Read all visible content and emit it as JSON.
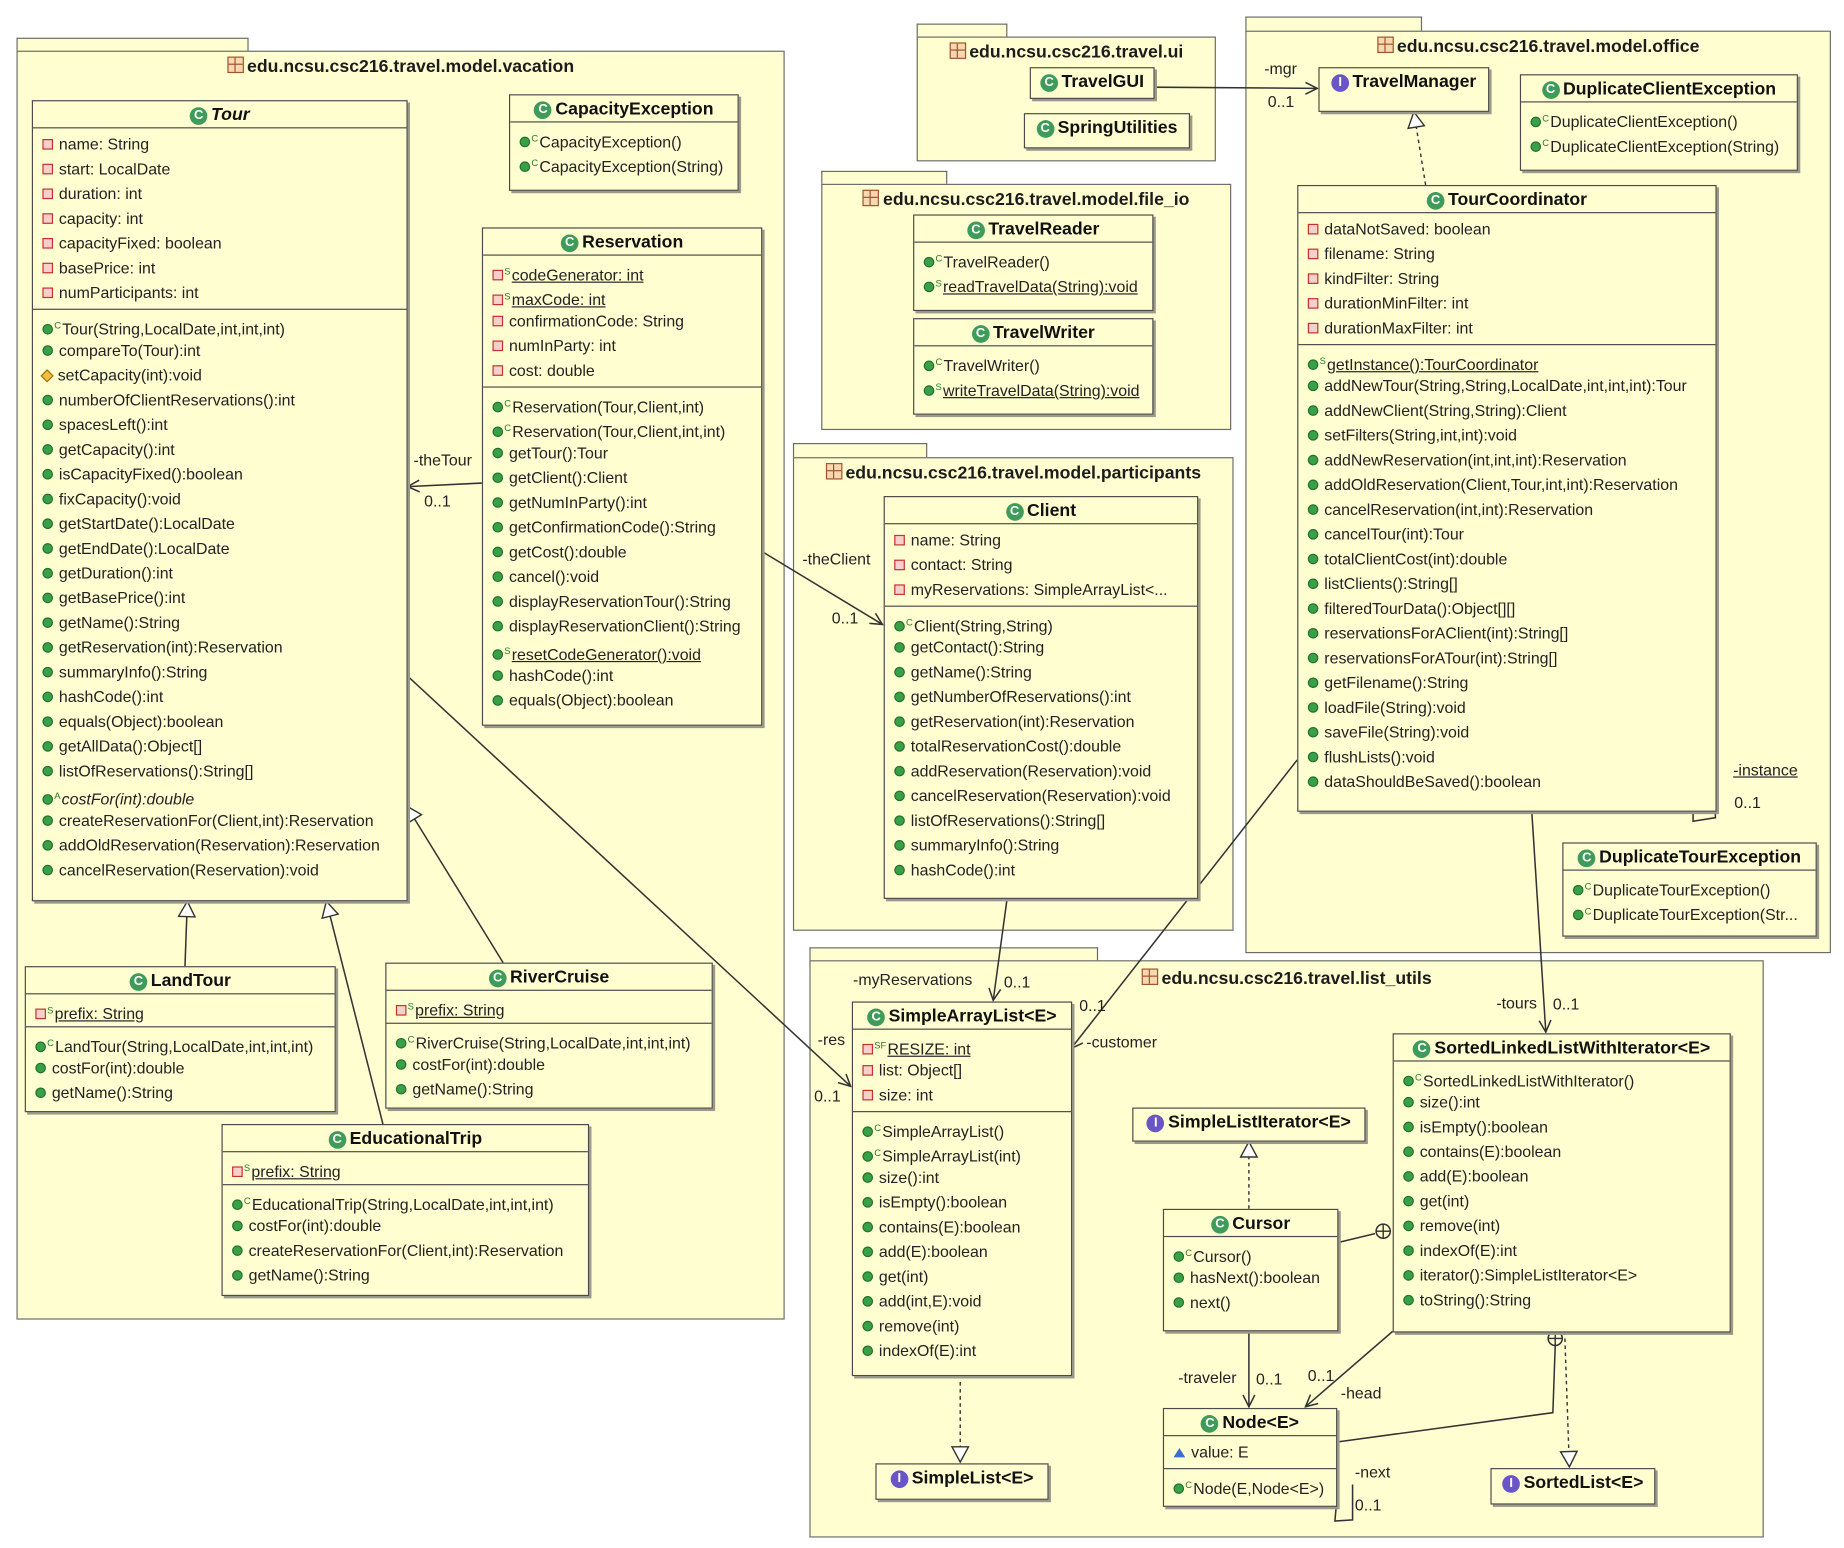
{
  "packages": {
    "vacation": "edu.ncsu.csc216.travel.model.vacation",
    "ui": "edu.ncsu.csc216.travel.ui",
    "office": "edu.ncsu.csc216.travel.model.office",
    "file_io": "edu.ncsu.csc216.travel.model.file_io",
    "participants": "edu.ncsu.csc216.travel.model.participants",
    "list_utils": "edu.ncsu.csc216.travel.list_utils"
  },
  "classes": {
    "tour": {
      "name": "Tour",
      "fields": [
        {
          "v": "name: String",
          "vis": "priv"
        },
        {
          "v": "start: LocalDate",
          "vis": "priv"
        },
        {
          "v": "duration: int",
          "vis": "priv"
        },
        {
          "v": "capacity: int",
          "vis": "priv"
        },
        {
          "v": "capacityFixed: boolean",
          "vis": "priv"
        },
        {
          "v": "basePrice: int",
          "vis": "priv"
        },
        {
          "v": "numParticipants: int",
          "vis": "priv"
        }
      ],
      "methods": [
        {
          "v": "Tour(String,LocalDate,int,int,int)",
          "vis": "pub",
          "mod": "C"
        },
        {
          "v": "compareTo(Tour):int",
          "vis": "pub"
        },
        {
          "v": "setCapacity(int):void",
          "vis": "prot"
        },
        {
          "v": "numberOfClientReservations():int",
          "vis": "pub"
        },
        {
          "v": "spacesLeft():int",
          "vis": "pub"
        },
        {
          "v": "getCapacity():int",
          "vis": "pub"
        },
        {
          "v": "isCapacityFixed():boolean",
          "vis": "pub"
        },
        {
          "v": "fixCapacity():void",
          "vis": "pub"
        },
        {
          "v": "getStartDate():LocalDate",
          "vis": "pub"
        },
        {
          "v": "getEndDate():LocalDate",
          "vis": "pub"
        },
        {
          "v": "getDuration():int",
          "vis": "pub"
        },
        {
          "v": "getBasePrice():int",
          "vis": "pub"
        },
        {
          "v": "getName():String",
          "vis": "pub"
        },
        {
          "v": "getReservation(int):Reservation",
          "vis": "pub"
        },
        {
          "v": "summaryInfo():String",
          "vis": "pub"
        },
        {
          "v": "hashCode():int",
          "vis": "pub"
        },
        {
          "v": "equals(Object):boolean",
          "vis": "pub"
        },
        {
          "v": "getAllData():Object[]",
          "vis": "pub"
        },
        {
          "v": "listOfReservations():String[]",
          "vis": "pub"
        },
        {
          "v": "costFor(int):double",
          "vis": "pub",
          "mod": "A",
          "italic": true
        },
        {
          "v": "createReservationFor(Client,int):Reservation",
          "vis": "pub"
        },
        {
          "v": "addOldReservation(Reservation):Reservation",
          "vis": "pub"
        },
        {
          "v": "cancelReservation(Reservation):void",
          "vis": "pub"
        }
      ]
    },
    "capacity_exception": {
      "name": "CapacityException",
      "methods": [
        {
          "v": "CapacityException()",
          "vis": "pub",
          "mod": "C"
        },
        {
          "v": "CapacityException(String)",
          "vis": "pub",
          "mod": "C"
        }
      ]
    },
    "reservation": {
      "name": "Reservation",
      "fields": [
        {
          "v": "codeGenerator: int",
          "vis": "priv",
          "mod": "S",
          "u": true
        },
        {
          "v": "maxCode: int",
          "vis": "priv",
          "mod": "S",
          "u": true
        },
        {
          "v": "confirmationCode: String",
          "vis": "priv"
        },
        {
          "v": "numInParty: int",
          "vis": "priv"
        },
        {
          "v": "cost: double",
          "vis": "priv"
        }
      ],
      "methods": [
        {
          "v": "Reservation(Tour,Client,int)",
          "vis": "pub",
          "mod": "C"
        },
        {
          "v": "Reservation(Tour,Client,int,int)",
          "vis": "pub",
          "mod": "C"
        },
        {
          "v": "getTour():Tour",
          "vis": "pub"
        },
        {
          "v": "getClient():Client",
          "vis": "pub"
        },
        {
          "v": "getNumInParty():int",
          "vis": "pub"
        },
        {
          "v": "getConfirmationCode():String",
          "vis": "pub"
        },
        {
          "v": "getCost():double",
          "vis": "pub"
        },
        {
          "v": "cancel():void",
          "vis": "pub"
        },
        {
          "v": "displayReservationTour():String",
          "vis": "pub"
        },
        {
          "v": "displayReservationClient():String",
          "vis": "pub"
        },
        {
          "v": "resetCodeGenerator():void",
          "vis": "pub",
          "mod": "S",
          "u": true
        },
        {
          "v": "hashCode():int",
          "vis": "pub"
        },
        {
          "v": "equals(Object):boolean",
          "vis": "pub"
        }
      ]
    },
    "land_tour": {
      "name": "LandTour",
      "fields": [
        {
          "v": "prefix: String",
          "vis": "priv",
          "mod": "S",
          "u": true
        }
      ],
      "methods": [
        {
          "v": "LandTour(String,LocalDate,int,int,int)",
          "vis": "pub",
          "mod": "C"
        },
        {
          "v": "costFor(int):double",
          "vis": "pub"
        },
        {
          "v": "getName():String",
          "vis": "pub"
        }
      ]
    },
    "river_cruise": {
      "name": "RiverCruise",
      "fields": [
        {
          "v": "prefix: String",
          "vis": "priv",
          "mod": "S",
          "u": true
        }
      ],
      "methods": [
        {
          "v": "RiverCruise(String,LocalDate,int,int,int)",
          "vis": "pub",
          "mod": "C"
        },
        {
          "v": "costFor(int):double",
          "vis": "pub"
        },
        {
          "v": "getName():String",
          "vis": "pub"
        }
      ]
    },
    "educational_trip": {
      "name": "EducationalTrip",
      "fields": [
        {
          "v": "prefix: String",
          "vis": "priv",
          "mod": "S",
          "u": true
        }
      ],
      "methods": [
        {
          "v": "EducationalTrip(String,LocalDate,int,int,int)",
          "vis": "pub",
          "mod": "C"
        },
        {
          "v": "costFor(int):double",
          "vis": "pub"
        },
        {
          "v": "createReservationFor(Client,int):Reservation",
          "vis": "pub"
        },
        {
          "v": "getName():String",
          "vis": "pub"
        }
      ]
    },
    "travel_gui": {
      "name": "TravelGUI"
    },
    "spring_utilities": {
      "name": "SpringUtilities"
    },
    "travel_manager": {
      "name": "TravelManager"
    },
    "duplicate_client_exception": {
      "name": "DuplicateClientException",
      "methods": [
        {
          "v": "DuplicateClientException()",
          "vis": "pub",
          "mod": "C"
        },
        {
          "v": "DuplicateClientException(String)",
          "vis": "pub",
          "mod": "C"
        }
      ]
    },
    "travel_reader": {
      "name": "TravelReader",
      "methods": [
        {
          "v": "TravelReader()",
          "vis": "pub",
          "mod": "C"
        },
        {
          "v": "readTravelData(String):void",
          "vis": "pub",
          "mod": "S",
          "u": true
        }
      ]
    },
    "travel_writer": {
      "name": "TravelWriter",
      "methods": [
        {
          "v": "TravelWriter()",
          "vis": "pub",
          "mod": "C"
        },
        {
          "v": "writeTravelData(String):void",
          "vis": "pub",
          "mod": "S",
          "u": true
        }
      ]
    },
    "tour_coordinator": {
      "name": "TourCoordinator",
      "fields": [
        {
          "v": "dataNotSaved: boolean",
          "vis": "priv"
        },
        {
          "v": "filename: String",
          "vis": "priv"
        },
        {
          "v": "kindFilter: String",
          "vis": "priv"
        },
        {
          "v": "durationMinFilter: int",
          "vis": "priv"
        },
        {
          "v": "durationMaxFilter: int",
          "vis": "priv"
        }
      ],
      "methods": [
        {
          "v": "getInstance():TourCoordinator",
          "vis": "pub",
          "mod": "S",
          "u": true
        },
        {
          "v": "addNewTour(String,String,LocalDate,int,int,int):Tour",
          "vis": "pub"
        },
        {
          "v": "addNewClient(String,String):Client",
          "vis": "pub"
        },
        {
          "v": "setFilters(String,int,int):void",
          "vis": "pub"
        },
        {
          "v": "addNewReservation(int,int,int):Reservation",
          "vis": "pub"
        },
        {
          "v": "addOldReservation(Client,Tour,int,int):Reservation",
          "vis": "pub"
        },
        {
          "v": "cancelReservation(int,int):Reservation",
          "vis": "pub"
        },
        {
          "v": "cancelTour(int):Tour",
          "vis": "pub"
        },
        {
          "v": "totalClientCost(int):double",
          "vis": "pub"
        },
        {
          "v": "listClients():String[]",
          "vis": "pub"
        },
        {
          "v": "filteredTourData():Object[][]",
          "vis": "pub"
        },
        {
          "v": "reservationsForAClient(int):String[]",
          "vis": "pub"
        },
        {
          "v": "reservationsForATour(int):String[]",
          "vis": "pub"
        },
        {
          "v": "getFilename():String",
          "vis": "pub"
        },
        {
          "v": "loadFile(String):void",
          "vis": "pub"
        },
        {
          "v": "saveFile(String):void",
          "vis": "pub"
        },
        {
          "v": "flushLists():void",
          "vis": "pub"
        },
        {
          "v": "dataShouldBeSaved():boolean",
          "vis": "pub"
        }
      ]
    },
    "duplicate_tour_exception": {
      "name": "DuplicateTourException",
      "methods": [
        {
          "v": "DuplicateTourException()",
          "vis": "pub",
          "mod": "C"
        },
        {
          "v": "DuplicateTourException(Str...",
          "vis": "pub",
          "mod": "C"
        }
      ]
    },
    "client": {
      "name": "Client",
      "fields": [
        {
          "v": "name: String",
          "vis": "priv"
        },
        {
          "v": "contact: String",
          "vis": "priv"
        },
        {
          "v": "myReservations: SimpleArrayList<...",
          "vis": "priv"
        }
      ],
      "methods": [
        {
          "v": "Client(String,String)",
          "vis": "pub",
          "mod": "C"
        },
        {
          "v": "getContact():String",
          "vis": "pub"
        },
        {
          "v": "getName():String",
          "vis": "pub"
        },
        {
          "v": "getNumberOfReservations():int",
          "vis": "pub"
        },
        {
          "v": "getReservation(int):Reservation",
          "vis": "pub"
        },
        {
          "v": "totalReservationCost():double",
          "vis": "pub"
        },
        {
          "v": "addReservation(Reservation):void",
          "vis": "pub"
        },
        {
          "v": "cancelReservation(Reservation):void",
          "vis": "pub"
        },
        {
          "v": "listOfReservations():String[]",
          "vis": "pub"
        },
        {
          "v": "summaryInfo():String",
          "vis": "pub"
        },
        {
          "v": "hashCode():int",
          "vis": "pub"
        }
      ]
    },
    "simple_array_list": {
      "name": "SimpleArrayList<E>",
      "fields": [
        {
          "v": "RESIZE: int",
          "vis": "priv",
          "mod": "SF",
          "u": true
        },
        {
          "v": "list: Object[]",
          "vis": "priv"
        },
        {
          "v": "size: int",
          "vis": "priv"
        }
      ],
      "methods": [
        {
          "v": "SimpleArrayList()",
          "vis": "pub",
          "mod": "C"
        },
        {
          "v": "SimpleArrayList(int)",
          "vis": "pub",
          "mod": "C"
        },
        {
          "v": "size():int",
          "vis": "pub"
        },
        {
          "v": "isEmpty():boolean",
          "vis": "pub"
        },
        {
          "v": "contains(E):boolean",
          "vis": "pub"
        },
        {
          "v": "add(E):boolean",
          "vis": "pub"
        },
        {
          "v": "get(int)",
          "vis": "pub"
        },
        {
          "v": "add(int,E):void",
          "vis": "pub"
        },
        {
          "v": "remove(int)",
          "vis": "pub"
        },
        {
          "v": "indexOf(E):int",
          "vis": "pub"
        }
      ]
    },
    "simple_list_iterator": {
      "name": "SimpleListIterator<E>"
    },
    "cursor": {
      "name": "Cursor",
      "methods": [
        {
          "v": "Cursor()",
          "vis": "pub",
          "mod": "C"
        },
        {
          "v": "hasNext():boolean",
          "vis": "pub"
        },
        {
          "v": "next()",
          "vis": "pub"
        }
      ]
    },
    "sorted_linked_list": {
      "name": "SortedLinkedListWithIterator<E>",
      "methods": [
        {
          "v": "SortedLinkedListWithIterator()",
          "vis": "pub",
          "mod": "C"
        },
        {
          "v": "size():int",
          "vis": "pub"
        },
        {
          "v": "isEmpty():boolean",
          "vis": "pub"
        },
        {
          "v": "contains(E):boolean",
          "vis": "pub"
        },
        {
          "v": "add(E):boolean",
          "vis": "pub"
        },
        {
          "v": "get(int)",
          "vis": "pub"
        },
        {
          "v": "remove(int)",
          "vis": "pub"
        },
        {
          "v": "indexOf(E):int",
          "vis": "pub"
        },
        {
          "v": "iterator():SimpleListIterator<E>",
          "vis": "pub"
        },
        {
          "v": "toString():String",
          "vis": "pub"
        }
      ]
    },
    "node": {
      "name": "Node<E>",
      "fields": [
        {
          "v": "value: E",
          "vis": "pkgv"
        }
      ],
      "methods": [
        {
          "v": "Node(E,Node<E>)",
          "vis": "pub",
          "mod": "C"
        }
      ]
    },
    "simple_list": {
      "name": "SimpleList<E>"
    },
    "sorted_list": {
      "name": "SortedList<E>"
    }
  },
  "association_labels": {
    "the_tour": "-theTour",
    "the_tour_mult": "0..1",
    "the_client": "-theClient",
    "the_client_mult": "0..1",
    "mgr": "-mgr",
    "mgr_mult": "0..1",
    "my_reservations": "-myReservations",
    "my_reservations_mult": "0..1",
    "res": "-res",
    "res_mult": "0..1",
    "customer": "-customer",
    "customer_mult": "0..1",
    "tours": "-tours",
    "tours_mult": "0..1",
    "instance": "-instance",
    "instance_mult": "0..1",
    "traveler": "-traveler",
    "traveler_mult": "0..1",
    "head": "-head",
    "head_mult": "0..1",
    "next": "-next",
    "next_mult": "0..1"
  },
  "colors": {
    "package_fill": "#fffed1",
    "border": "#4a4a4a",
    "private_icon": "#c8302a",
    "public_icon": "#3aa046",
    "class_icon": "#3e9b5a",
    "interface_icon": "#6a55c8"
  }
}
